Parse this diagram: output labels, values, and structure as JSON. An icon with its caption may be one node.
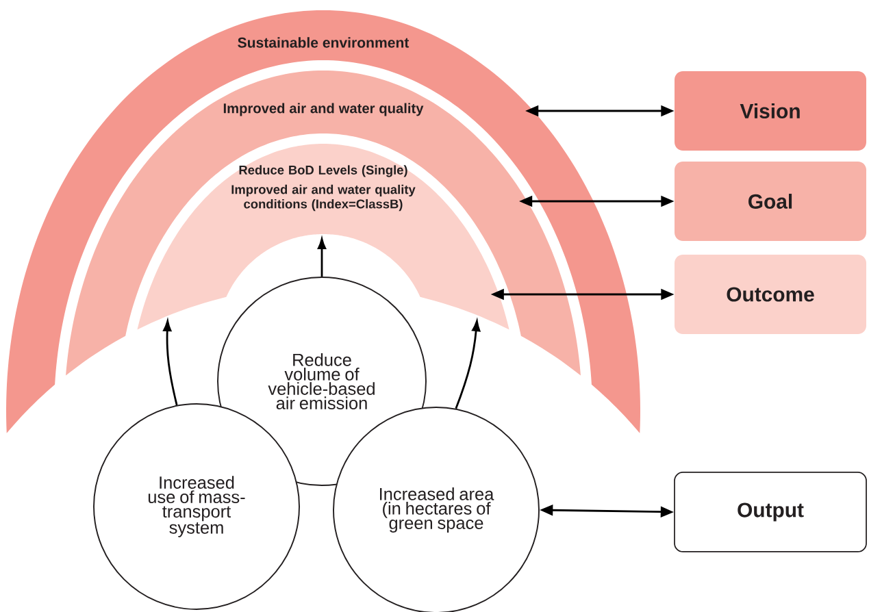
{
  "diagram": {
    "nodes": [
      {
        "text": [
          "Sustainable environment"
        ]
      },
      {
        "text": [
          "Improved air and water quality"
        ],
        "in": 0
      },
      {
        "text": [
          "Reduce BoD Levels (Single)",
          "Improved air and water quality conditions (Index=ClassB)"
        ],
        "in": 1
      },
      {
        "text": [
          "Reduce volume of vehicle-based air emission"
        ]
      },
      {
        "text": [
          "Increased use of mass-transport system"
        ]
      },
      {
        "text": [
          "Increased area (in hectares of green space"
        ]
      },
      {
        "text": [
          "Vision"
        ]
      },
      {
        "text": [
          "Goal"
        ]
      },
      {
        "text": [
          "Outcome"
        ]
      },
      {
        "text": [
          "Output"
        ]
      }
    ],
    "edges": [
      {
        "from": 0,
        "to": 6,
        "arrow": "both"
      },
      {
        "from": 1,
        "to": 7,
        "arrow": "both"
      },
      {
        "from": 2,
        "to": 8,
        "arrow": "both"
      },
      {
        "from": 3,
        "to": 2,
        "arrow": "to"
      },
      {
        "from": 4,
        "to": 2,
        "arrow": "to"
      },
      {
        "from": 5,
        "to": 2,
        "arrow": "to"
      },
      {
        "from": 5,
        "to": 9,
        "arrow": "both"
      }
    ]
  }
}
